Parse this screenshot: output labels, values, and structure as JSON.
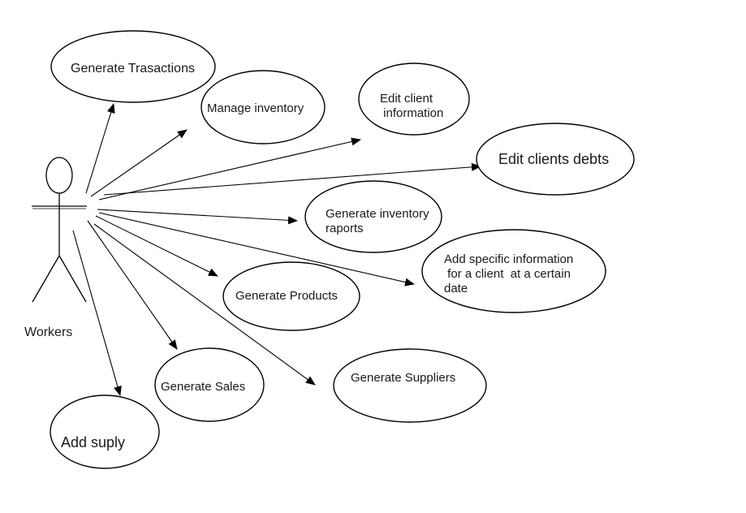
{
  "actor": {
    "label": "Workers"
  },
  "use_cases": [
    {
      "id": "uc1",
      "label": [
        "Generate Trasactions"
      ]
    },
    {
      "id": "uc2",
      "label": [
        "Manage inventory"
      ]
    },
    {
      "id": "uc3",
      "label": [
        "Edit client",
        " information"
      ]
    },
    {
      "id": "uc4",
      "label": [
        "Edit clients debts"
      ]
    },
    {
      "id": "uc5",
      "label": [
        "Generate inventory",
        "raports"
      ]
    },
    {
      "id": "uc6",
      "label": [
        "Add specific information",
        " for a client  at a certain",
        "date"
      ]
    },
    {
      "id": "uc7",
      "label": [
        "Generate Products"
      ]
    },
    {
      "id": "uc8",
      "label": [
        "Generate Sales"
      ]
    },
    {
      "id": "uc9",
      "label": [
        "Generate Suppliers"
      ]
    },
    {
      "id": "uc10",
      "label": [
        "Add suply"
      ]
    }
  ],
  "colors": {
    "stroke": "#000000",
    "text": "#1a1a1a",
    "background": "#ffffff"
  }
}
